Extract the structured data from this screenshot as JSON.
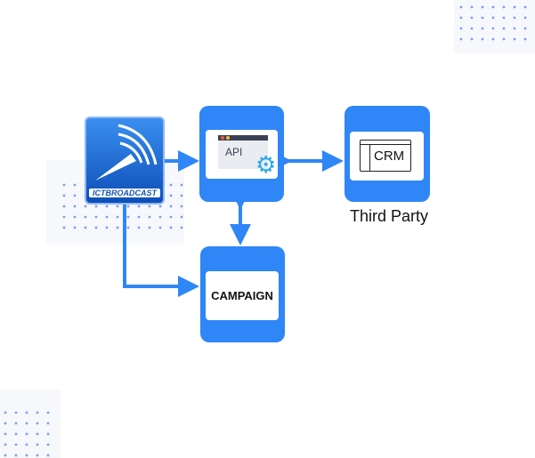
{
  "logo": {
    "text": "ICTBROADCAST"
  },
  "nodes": {
    "api": "API",
    "crm": "CRM",
    "campaign": "CAMPAIGN",
    "third_party": "Third Party"
  },
  "colors": {
    "accent": "#2f86f6",
    "gear": "#29a8e8"
  }
}
